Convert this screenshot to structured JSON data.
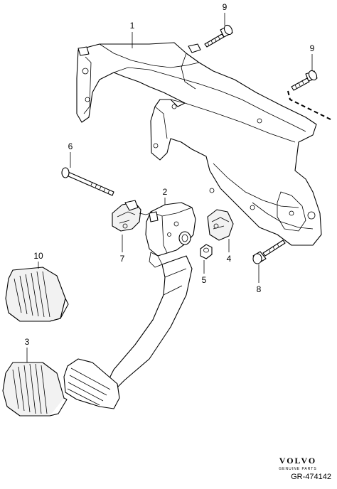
{
  "diagram": {
    "callouts": [
      {
        "id": "1",
        "label": "1"
      },
      {
        "id": "2",
        "label": "2"
      },
      {
        "id": "3",
        "label": "3"
      },
      {
        "id": "4",
        "label": "4"
      },
      {
        "id": "5",
        "label": "5"
      },
      {
        "id": "6",
        "label": "6"
      },
      {
        "id": "7",
        "label": "7"
      },
      {
        "id": "8",
        "label": "8"
      },
      {
        "id": "9a",
        "label": "9"
      },
      {
        "id": "9b",
        "label": "9"
      },
      {
        "id": "10",
        "label": "10"
      }
    ],
    "logo_text": "VOLVO",
    "logo_subtext": "GENUINE PARTS",
    "reference": "GR-474142"
  }
}
